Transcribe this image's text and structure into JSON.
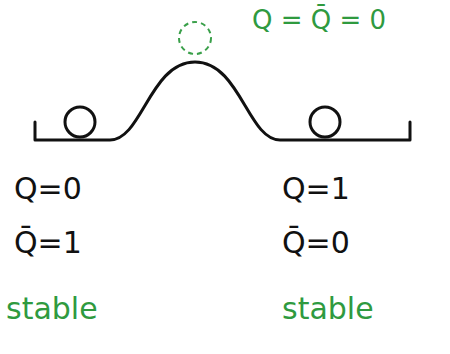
{
  "diagram": {
    "labels": [
      "Q = Q̄ = 0",
      "Q=0",
      "Q̄=1",
      "stable",
      "Q=1",
      "Q̄=0",
      "stable"
    ]
  }
}
